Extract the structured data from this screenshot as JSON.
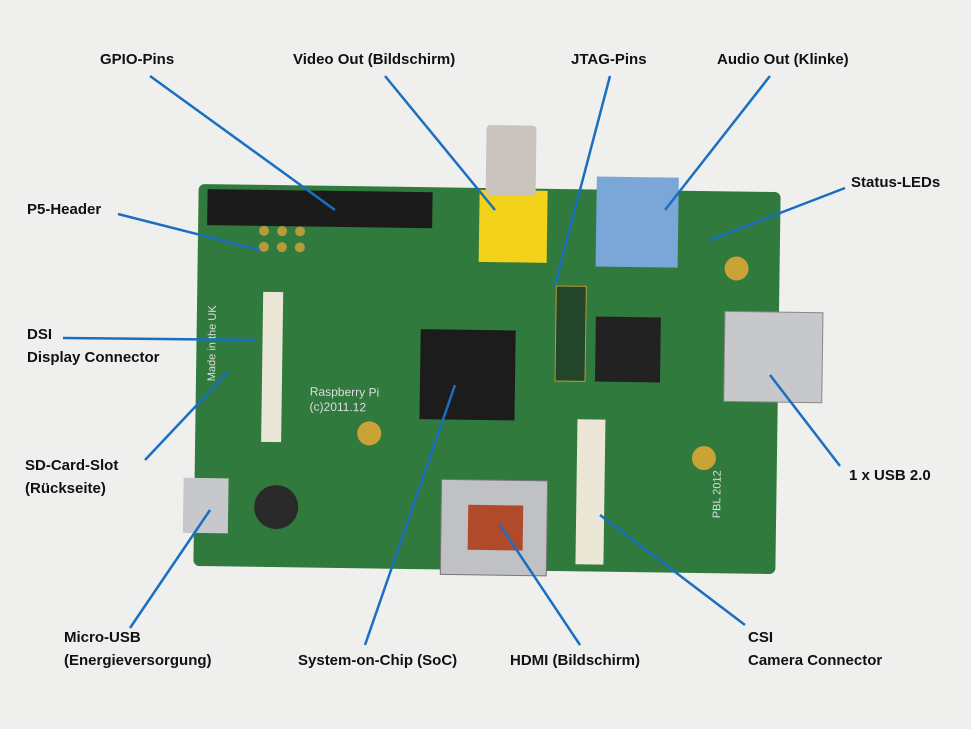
{
  "title": "Raspberry Pi Model A – Anschlüsse",
  "board_print": {
    "model": "Raspberry Pi",
    "copyright": "(c)2011.12",
    "made_in": "Made in the UK",
    "pbl": "PBL 2012"
  },
  "labels": {
    "gpio": "GPIO-Pins",
    "video": "Video Out (Bildschirm)",
    "jtag": "JTAG-Pins",
    "audio": "Audio Out (Klinke)",
    "status": "Status-LEDs",
    "p5": "P5-Header",
    "dsi_1": "DSI",
    "dsi_2": "Display Connector",
    "sd_1": "SD-Card-Slot",
    "sd_2": "(Rückseite)",
    "usb_1": "Micro-USB",
    "usb_2": "(Energieversorgung)",
    "soc": "System-on-Chip (SoC)",
    "hdmi": "HDMI (Bildschirm)",
    "csi_1": "CSI",
    "csi_2": "Camera Connector",
    "usb20": "1 x USB 2.0"
  },
  "colors": {
    "board": "#2f7a3c",
    "leader": "#1a6fc0",
    "video": "#f2d21a",
    "audio": "#7aa6d8"
  }
}
